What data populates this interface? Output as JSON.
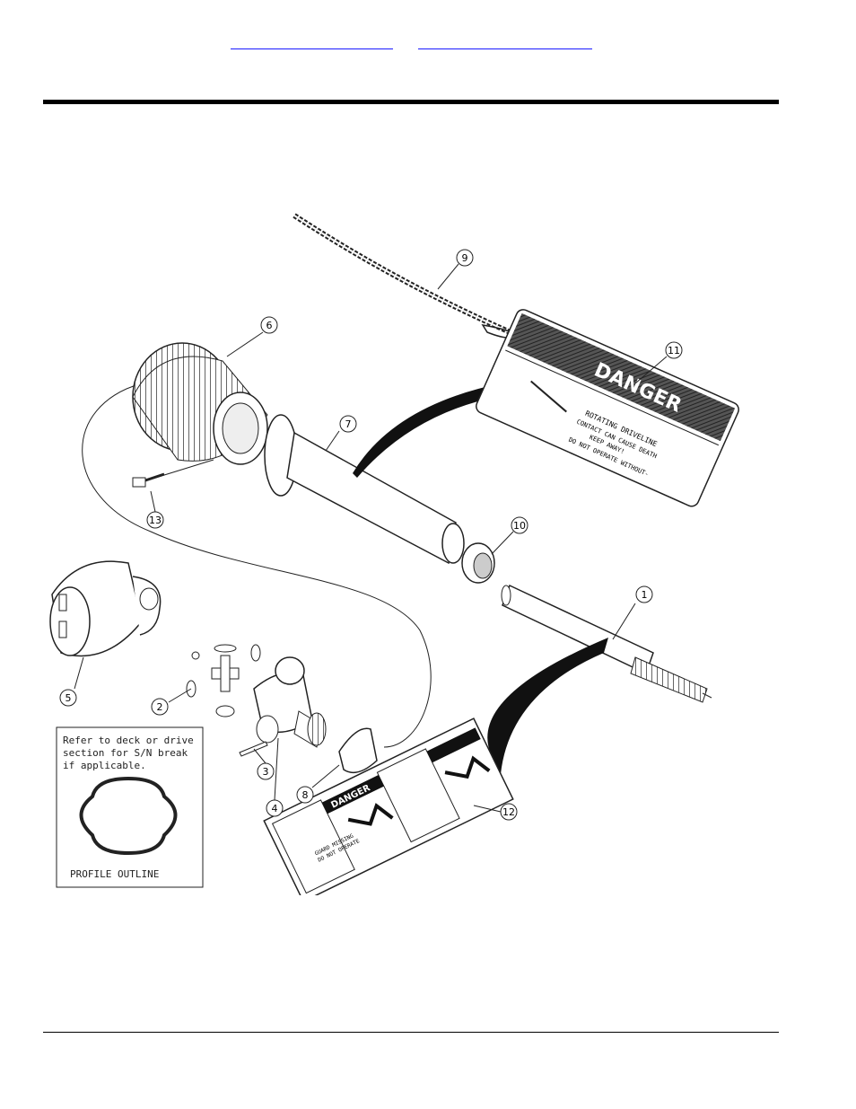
{
  "header": {
    "links": [
      "",
      ""
    ]
  },
  "callouts": [
    "1",
    "2",
    "3",
    "4",
    "5",
    "6",
    "7",
    "8",
    "9",
    "10",
    "11",
    "12",
    "13"
  ],
  "note": {
    "line1": "Refer to deck or drive",
    "line2": "section for S/N break",
    "line3": "if applicable.",
    "caption": "PROFILE OUTLINE"
  },
  "decal_11": {
    "heading": "DANGER",
    "line1": "ROTATING DRIVELINE",
    "line2": "CONTACT CAN CAUSE DEATH",
    "line3": "KEEP AWAY!",
    "line4": "DO NOT OPERATE WITHOUT-"
  },
  "decal_12": {
    "heading": "DANGER",
    "guard_text_1": "GUARD MISSING",
    "guard_text_2": "DO NOT OPERATE"
  }
}
